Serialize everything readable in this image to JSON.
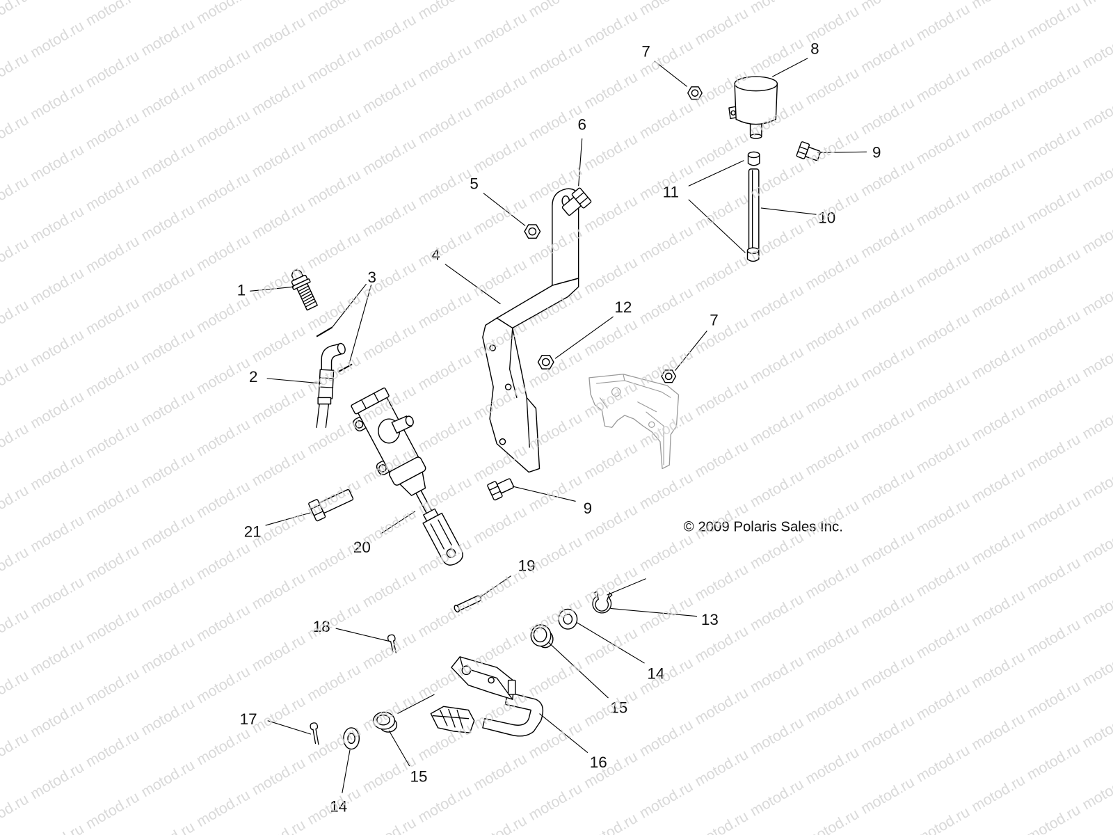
{
  "diagram": {
    "copyright": "© 2009 Polaris Sales Inc.",
    "watermark": "motod.ru",
    "callouts": [
      "1",
      "2",
      "3",
      "4",
      "5",
      "6",
      "7",
      "8",
      "9",
      "10",
      "11",
      "12",
      "7",
      "13",
      "14",
      "15",
      "16",
      "17",
      "18",
      "19",
      "20",
      "21",
      "9",
      "14",
      "15"
    ]
  },
  "colors": {
    "line": "#000000",
    "ghost": "#9a9a9a",
    "watermark": "#d2d2d2"
  }
}
